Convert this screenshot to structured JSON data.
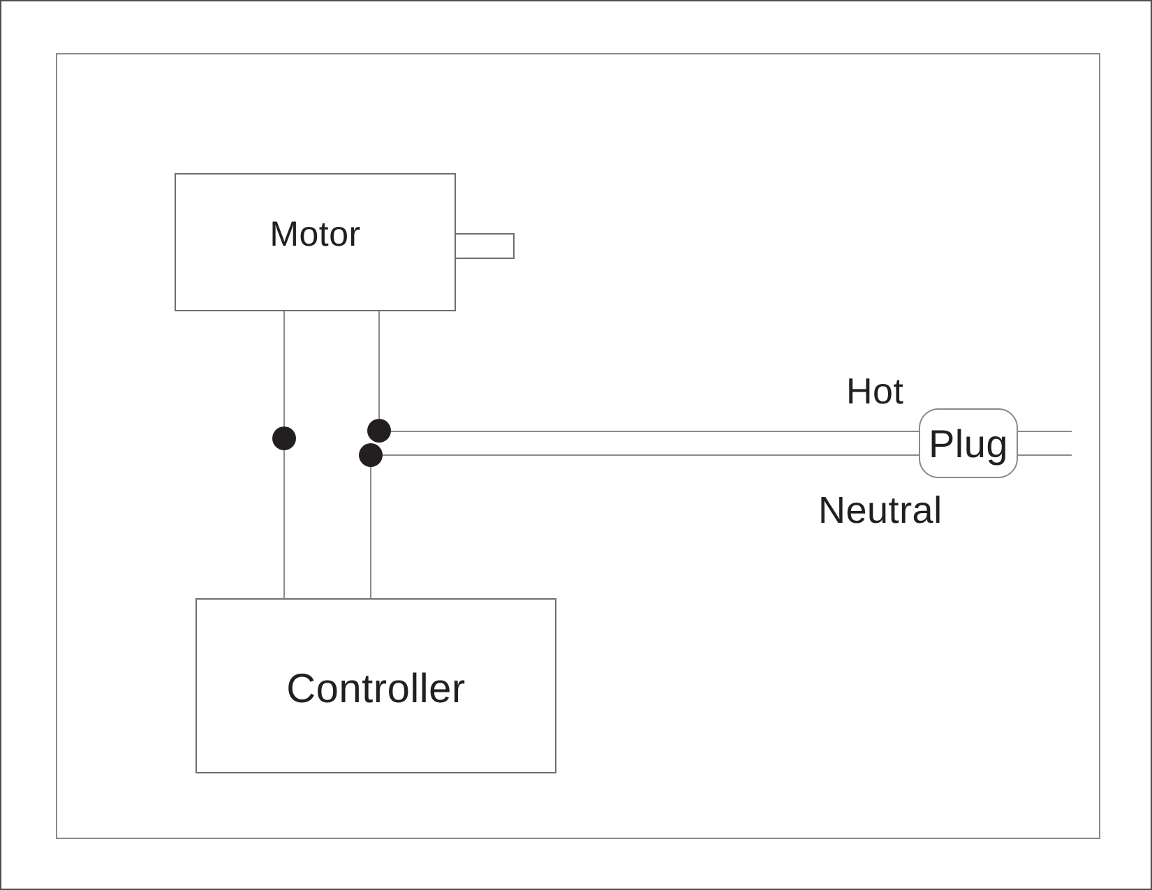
{
  "diagram": {
    "type": "wiring-schematic",
    "nodes": {
      "motor": {
        "label": "Motor"
      },
      "controller": {
        "label": "Controller"
      },
      "plug": {
        "label": "Plug"
      }
    },
    "wires": {
      "hot": {
        "label": "Hot"
      },
      "neutral": {
        "label": "Neutral"
      }
    },
    "colors": {
      "background": "#ffffff",
      "outer_border": "#4f4f4f",
      "frame_border": "#8a8a8a",
      "box_border": "#6e6e6e",
      "wire": "#8a8a8a",
      "junction_dot": "#231f20",
      "text": "#231f20"
    }
  }
}
